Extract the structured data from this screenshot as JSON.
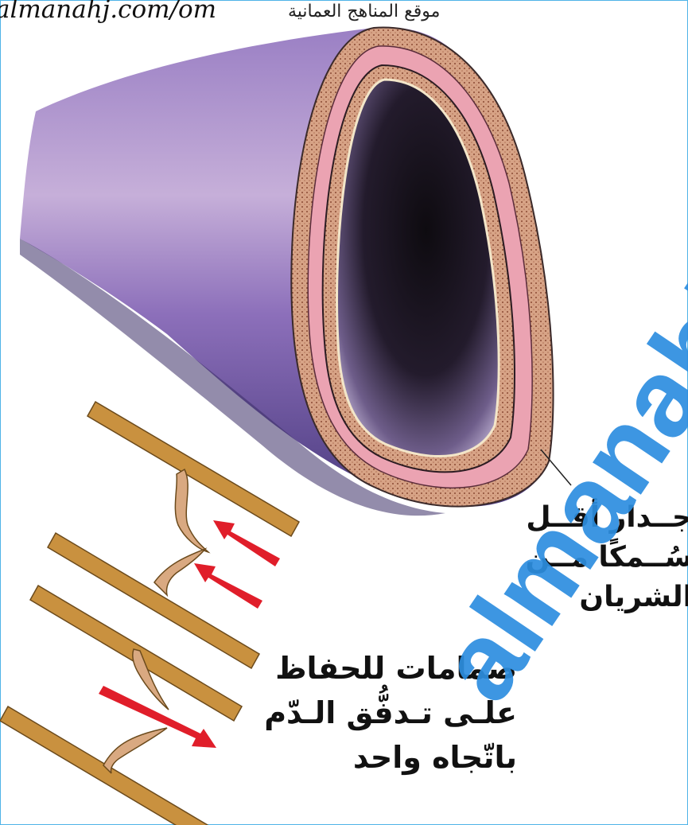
{
  "header": {
    "site_url": "almanahj.com/om",
    "site_name_ar": "موقع المناهج العمانية"
  },
  "labels": {
    "vein_wall": [
      "جــدار أقــل",
      "سُــمكًا مــن",
      "الشريان"
    ],
    "valves": [
      "صمامات للحفاظ",
      "علـى تـدفُّق الـدّم",
      "باتّجاه واحد"
    ]
  },
  "watermark": "almanahj",
  "colors": {
    "vessel_outer": "#7a64b0",
    "vessel_highlight": "#c9b2dc",
    "wall_layer_outer": "#d8a487",
    "wall_layer_inner": "#eaa6b4",
    "lumen": "#1a1520",
    "valve_wall": "#c9913f",
    "valve_flap": "#d9a981",
    "arrow": "#e01e2a",
    "watermark": "#2d8ee0"
  }
}
